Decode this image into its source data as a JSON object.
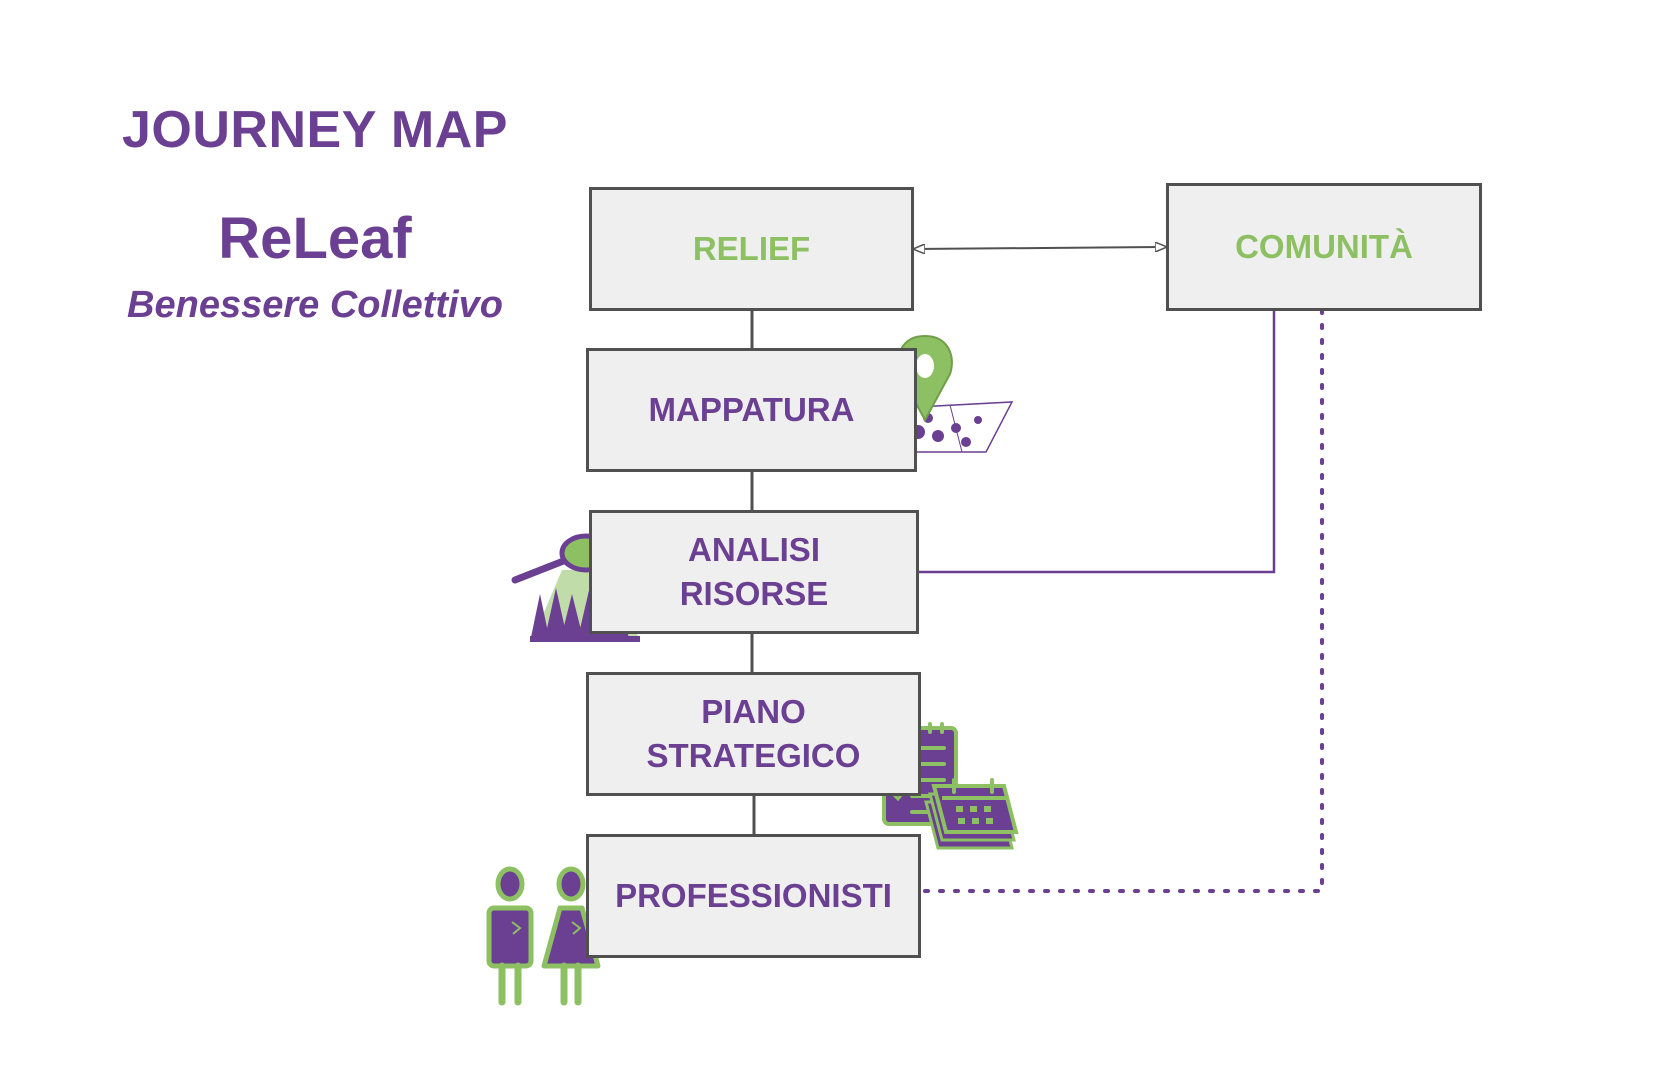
{
  "header": {
    "title": "JOURNEY MAP",
    "brand": "ReLeaf",
    "tagline": "Benessere Collettivo"
  },
  "nodes": {
    "relief": {
      "label": "RELIEF"
    },
    "comunita": {
      "label": "COMUNITÀ"
    },
    "mappatura": {
      "label": "MAPPATURA"
    },
    "analisi": {
      "line1": "ANALISI",
      "line2": "RISORSE"
    },
    "piano": {
      "line1": "PIANO",
      "line2": "STRATEGICO"
    },
    "professionisti": {
      "label": "PROFESSIONISTI"
    }
  },
  "colors": {
    "purple": "#6b3f91",
    "green": "#8dc063",
    "box_fill": "#efefef",
    "box_border": "#505050"
  },
  "icons": [
    "map-pin-icon",
    "magnifier-forest-icon",
    "checklist-calendar-icon",
    "people-icon"
  ]
}
